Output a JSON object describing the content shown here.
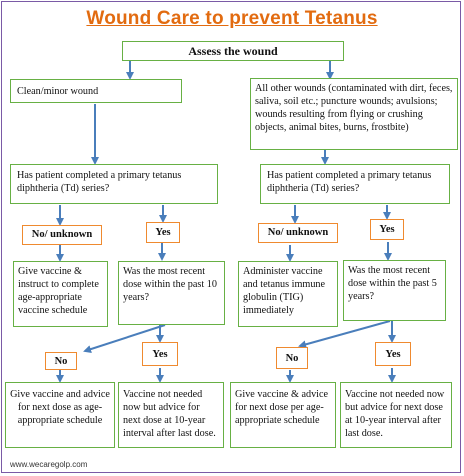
{
  "title": "Wound Care to prevent Tetanus",
  "nodes": {
    "assess": "Assess  the wound",
    "clean": "Clean/minor wound",
    "other": "All other wounds (contaminated with dirt, feces, saliva, soil etc.; puncture wounds; avulsions; wounds resulting from flying or crushing objects, animal bites, burns, frostbite)",
    "q_left": "Has patient completed a primary tetanus diphtheria (Td) series?",
    "q_right": "Has patient completed a primary tetanus diphtheria (Td) series?",
    "no_l": "No/ unknown",
    "yes_l": "Yes",
    "no_r": "No/ unknown",
    "yes_r": "Yes",
    "vacc_l": "Give vaccine & instruct to complete age-appropriate vaccine schedule",
    "recent_l": "Was the most recent dose within the past 10 years?",
    "tig_r": "Administer vaccine and tetanus immune globulin (TIG) immediately",
    "recent_r": "Was the most recent dose within the past 5 years?",
    "no2_l": "No",
    "yes2_l": "Yes",
    "no2_r": "No",
    "yes2_r": "Yes",
    "out1": "Give vaccine and advice for next dose as age-appropriate schedule",
    "out2": "Vaccine not needed now but advice for next dose at 10-year interval after last dose.",
    "out3": "Give vaccine & advice for next dose per age-appropriate schedule",
    "out4": "Vaccine not needed now but advice for next dose at 10-year interval after last dose."
  },
  "footer": "www.wecaregolp.com",
  "colors": {
    "title": "#e26b10",
    "box_border": "#67b044",
    "answer_border": "#ef8a2f",
    "arrow": "#4a7ebb",
    "frame": "#7a5aa6"
  }
}
